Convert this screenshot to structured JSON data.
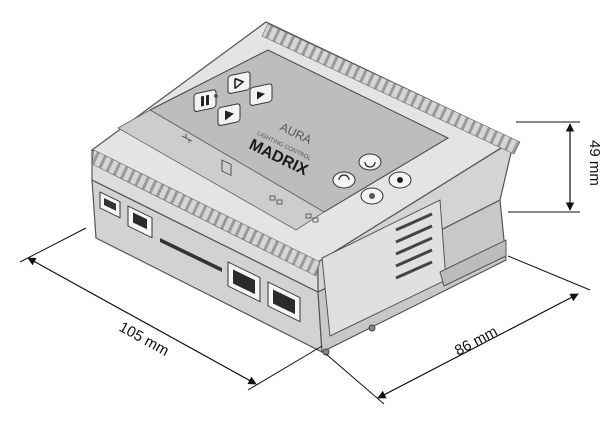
{
  "device": {
    "brand": "MADRIX",
    "subtitle": "LIGHTING CONTROL",
    "model": "AURA"
  },
  "dimensions": {
    "width_label": "105 mm",
    "depth_label": "86 mm",
    "height_label": "49 mm"
  },
  "colors": {
    "housing": "#d9d9d9",
    "panel": "#bdbdbd",
    "edge": "#555555",
    "line": "#111111"
  },
  "icons": [
    "record-icon",
    "pause-icon",
    "play-icon",
    "previous-icon",
    "next-icon",
    "brightness-up-icon",
    "brightness-down-icon",
    "sd-card-icon",
    "usb-icon",
    "network-icon"
  ]
}
